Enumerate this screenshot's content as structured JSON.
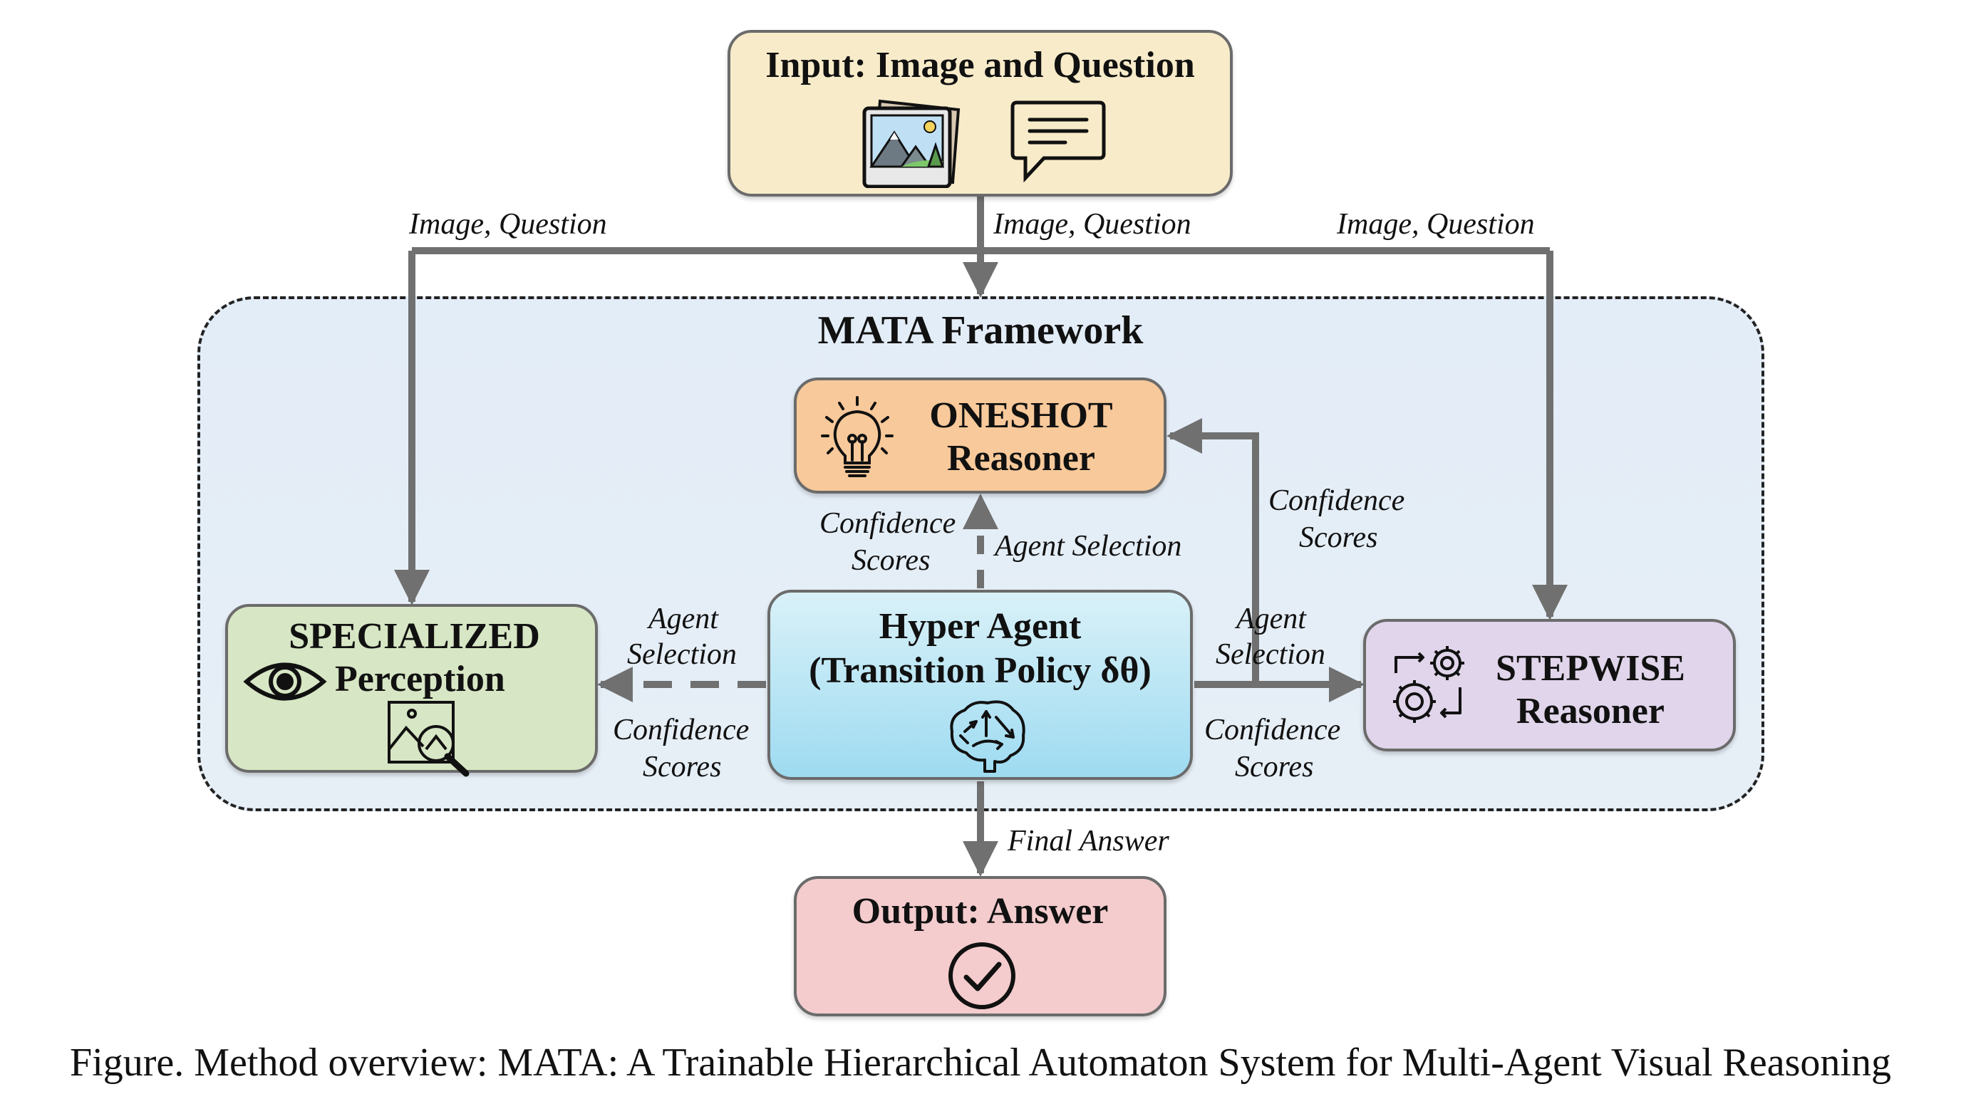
{
  "input": {
    "title": "Input: Image and Question",
    "icons": [
      "photo-stack-icon",
      "speech-bubble-icon"
    ]
  },
  "edges_top": {
    "left_label": "Image, Question",
    "center_label": "Image, Question",
    "right_label": "Image, Question"
  },
  "framework": {
    "title": "MATA Framework"
  },
  "oneshot": {
    "line1": "ONESHOT",
    "line2": "Reasoner",
    "icon": "lightbulb-icon"
  },
  "hyper": {
    "line1": "Hyper Agent",
    "line2": "(Transition Policy δθ)",
    "icon": "brain-icon"
  },
  "specialized": {
    "line1": "SPECIALIZED",
    "line2": "Perception",
    "icons": [
      "eye-icon",
      "image-search-icon"
    ]
  },
  "stepwise": {
    "line1": "STEPWISE",
    "line2": "Reasoner",
    "icon": "gears-cycle-icon"
  },
  "output": {
    "title": "Output: Answer",
    "icon": "check-circle-icon"
  },
  "edge_labels": {
    "oneshot_conf_1": "Confidence",
    "oneshot_conf_2": "Scores",
    "oneshot_sel": "Agent Selection",
    "right_conf_1": "Confidence",
    "right_conf_2": "Scores",
    "left_sel_1": "Agent",
    "left_sel_2": "Selection",
    "left_conf_1": "Confidence",
    "left_conf_2": "Scores",
    "step_sel_1": "Agent",
    "step_sel_2": "Selection",
    "step_conf_1": "Confidence",
    "step_conf_2": "Scores",
    "final": "Final Answer"
  },
  "caption": "Figure.  Method overview: MATA: A Trainable Hierarchical Automaton System for Multi-Agent Visual Reasoning",
  "colors": {
    "input_fill": "#f8ebc9",
    "framework_fill": "#e3edf7",
    "oneshot_fill": "#f8c99a",
    "hyper_fill": "#9edbf1",
    "specialized_fill": "#d7e6c4",
    "stepwise_fill": "#e0d5ea",
    "output_fill": "#f4cccd",
    "arrow": "#707070"
  }
}
